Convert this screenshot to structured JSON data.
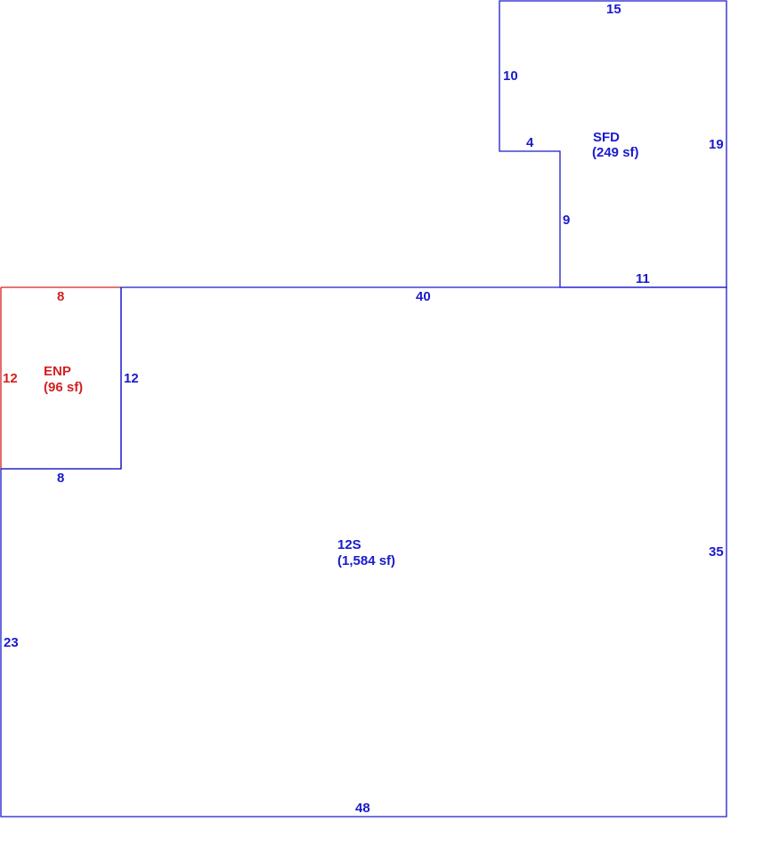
{
  "colors": {
    "blue": "#1a1acc",
    "red": "#d42020",
    "background": "#ffffff"
  },
  "areas": {
    "main": {
      "code": "12S",
      "area": "(1,584 sf)"
    },
    "enp": {
      "code": "ENP",
      "area": "(96 sf)"
    },
    "sfd": {
      "code": "SFD",
      "area": "(249 sf)"
    }
  },
  "dimensions": {
    "sfd_top": "15",
    "sfd_left_upper": "10",
    "sfd_notch": "4",
    "sfd_right": "19",
    "sfd_left_lower": "9",
    "sfd_bottom": "11",
    "main_top": "40",
    "enp_top": "8",
    "enp_left": "12",
    "enp_right": "12",
    "enp_bottom": "8",
    "main_right": "35",
    "main_left": "23",
    "main_bottom": "48"
  }
}
